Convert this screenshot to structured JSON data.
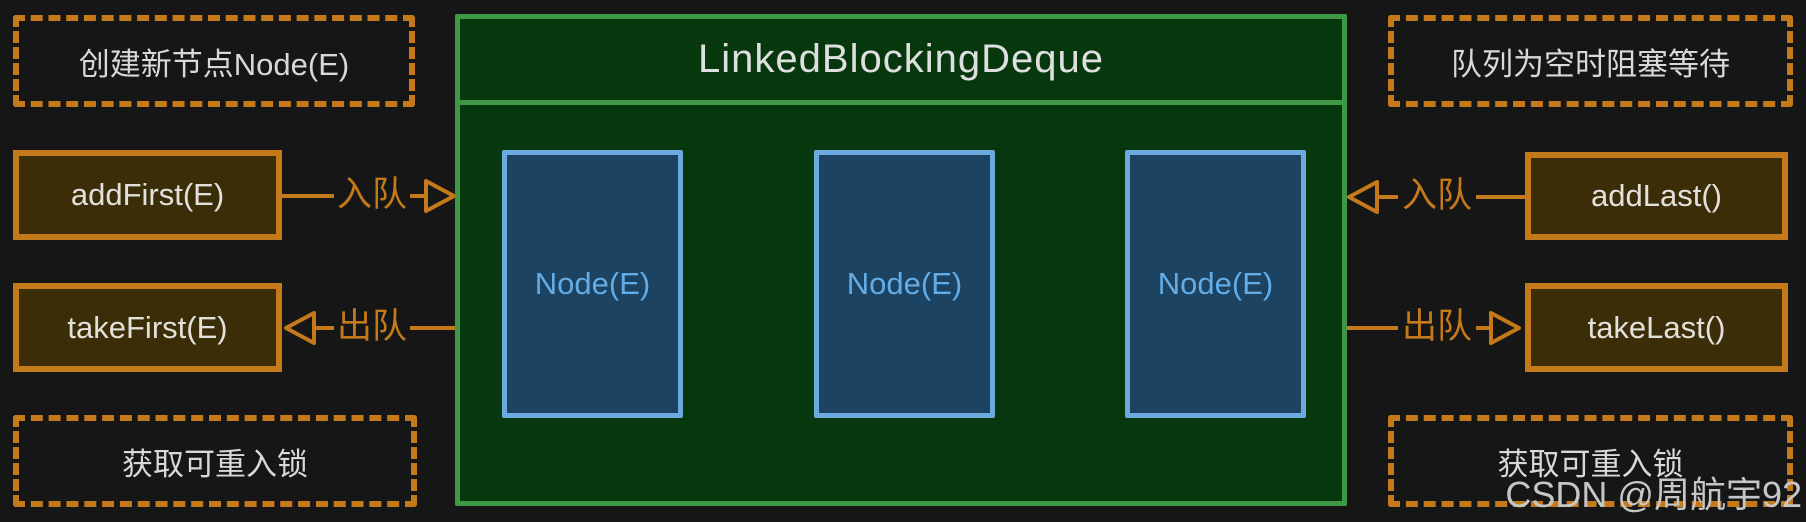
{
  "diagram": {
    "title": "LinkedBlockingDeque",
    "nodes": [
      "Node(E)",
      "Node(E)",
      "Node(E)"
    ],
    "left": {
      "top_note": "创建新节点Node(E)",
      "enqueue_method": "addFirst(E)",
      "enqueue_label": "入队",
      "dequeue_method": "takeFirst(E)",
      "dequeue_label": "出队",
      "bottom_note": "获取可重入锁"
    },
    "right": {
      "top_note": "队列为空时阻塞等待",
      "enqueue_method": "addLast()",
      "enqueue_label": "入队",
      "dequeue_method": "takeLast()",
      "dequeue_label": "出队",
      "bottom_note": "获取可重入锁"
    },
    "watermark": "CSDN @周航宇92",
    "colors": {
      "background": "#161616",
      "orange": "#C4791B",
      "orange_box_fill": "#3B2D08",
      "green_border": "#3E9845",
      "green_fill": "#07380D",
      "node_border": "#6BA9DE",
      "node_fill": "#1C4361",
      "node_text": "#63ACE5",
      "light_text": "#E2E0DA",
      "watermark_gray": "#C6C6C6"
    }
  }
}
